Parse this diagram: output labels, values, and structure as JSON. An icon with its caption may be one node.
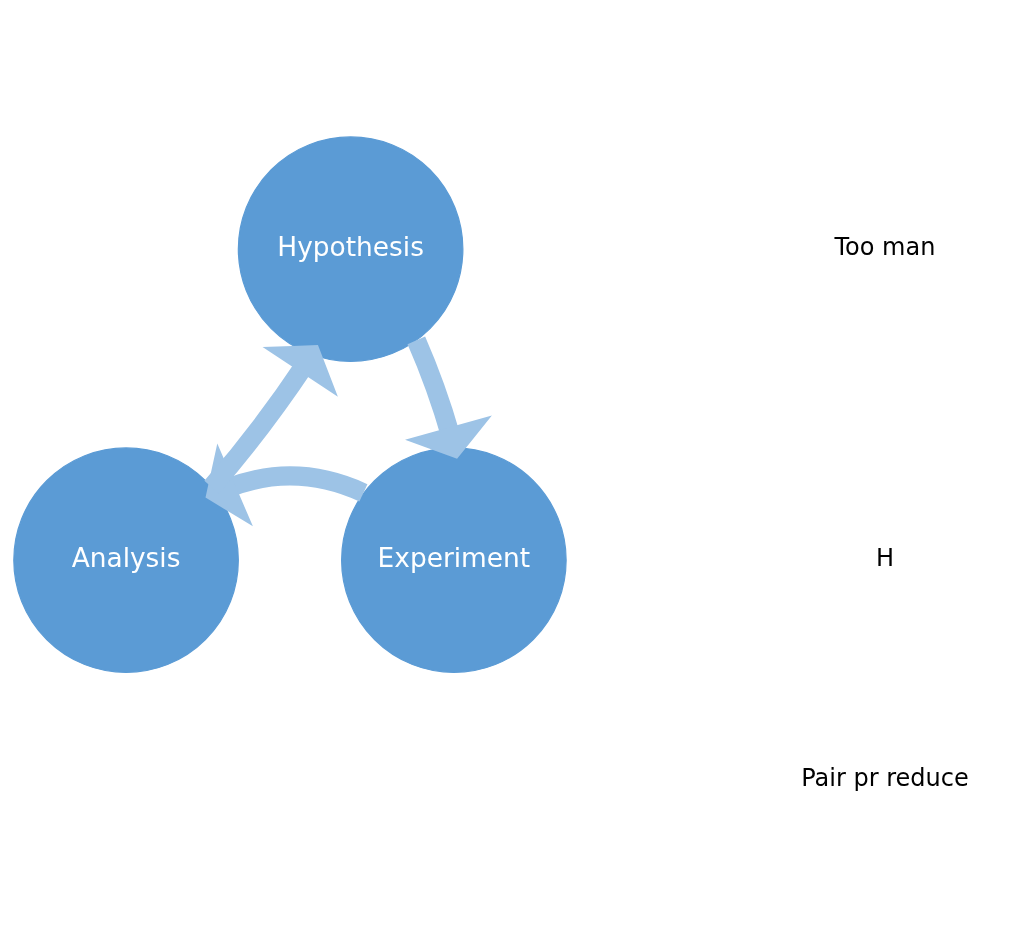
{
  "diagram": {
    "nodes": [
      {
        "text": [
          "Hypothesis"
        ]
      },
      {
        "text": [
          "Experiment"
        ]
      },
      {
        "text": [
          "Analysis"
        ]
      }
    ],
    "edges": [
      {
        "from": 0,
        "to": 1,
        "arrow": "to"
      },
      {
        "from": 1,
        "to": 2,
        "arrow": "to"
      },
      {
        "from": 2,
        "to": 0,
        "arrow": "to"
      }
    ],
    "labels": [
      "Too man",
      "H",
      "Pair pr reduce"
    ]
  }
}
